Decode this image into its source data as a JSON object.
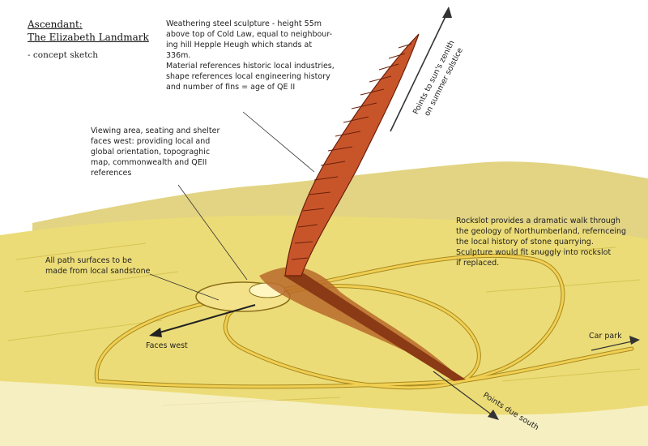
{
  "title": {
    "line1": "Ascendant:",
    "line2": "The Elizabeth Landmark",
    "subtitle": "- concept sketch"
  },
  "annotations": {
    "sculpture": "Weathering steel sculpture - height 55m\nabove top of Cold Law, equal to neighbour-\ning hill Hepple Heugh which stands at\n336m.\nMaterial references historic local industries,\nshape references local engineering history\nand number of fins = age of QE II",
    "viewing": "Viewing area, seating and shelter\nfaces west: providing local and\nglobal orientation, topograghic\nmap, commonwealth and QEII\nreferences",
    "paths": "All path surfaces to be\nmade from local sandstone",
    "rockslot": "Rockslot provides a dramatic walk through\nthe geology of Northumberland, refernceing\nthe local history of stone quarrying.\nSculpture would fit snuggly into rockslot\nif replaced.",
    "faces_west": "Faces west",
    "car_park": "Car park",
    "zenith_line1": "Points to sun's zenith",
    "zenith_line2": "on summer solstice",
    "due_south": "Points due south"
  },
  "colors": {
    "grass": "#e9da6e",
    "grass_dark": "#c9b43a",
    "steel": "#c8552a",
    "steel_dark": "#7a2a12",
    "path": "#e8c24a"
  }
}
